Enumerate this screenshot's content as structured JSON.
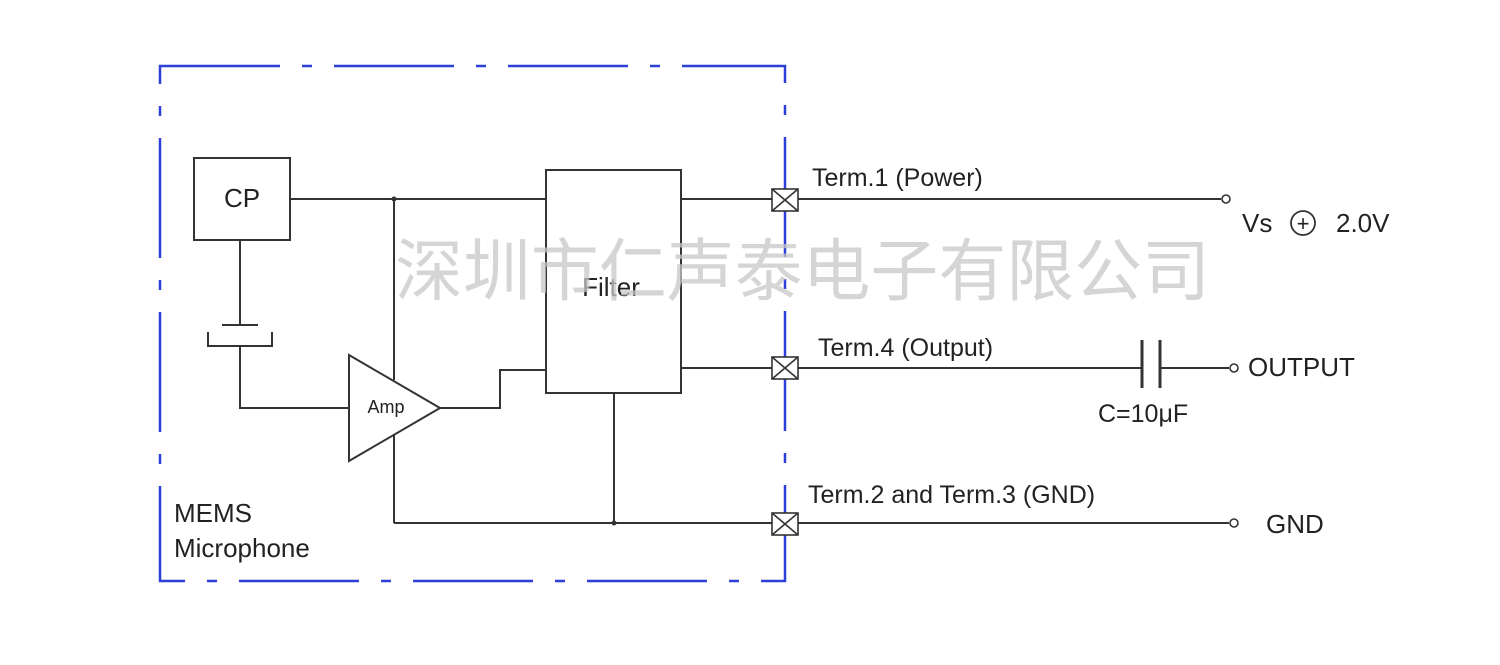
{
  "diagram": {
    "blocks": {
      "cp": "CP",
      "filter": "Filter",
      "amp": "Amp"
    },
    "enclosure": {
      "line1": "MEMS",
      "line2": "Microphone"
    },
    "terminals": {
      "term1": "Term.1 (Power)",
      "term4": "Term.4 (Output)",
      "term23": "Term.2 and Term.3 (GND)"
    },
    "external": {
      "vs_prefix": "Vs",
      "vs_symbol": "+",
      "vs_value": "2.0V",
      "output": "OUTPUT",
      "capacitor": "C=10μF",
      "gnd": "GND"
    },
    "watermark": "深圳市仁声泰电子有限公司"
  },
  "colors": {
    "enclosure_border": "#2c3fd6",
    "wire": "#333333",
    "watermark": "#c8c8c8"
  }
}
